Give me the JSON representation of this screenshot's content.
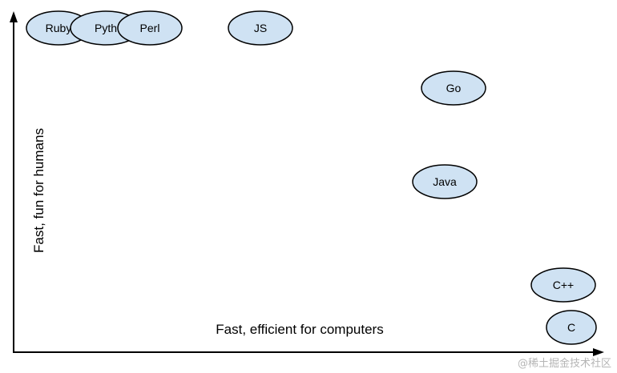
{
  "diagram": {
    "y_axis_label": "Fast, fun for humans",
    "x_axis_label": "Fast, efficient for computers",
    "watermark": "@稀土掘金技术社区",
    "bubble_fill": "#cfe2f3",
    "bubbles": [
      {
        "id": "ruby",
        "label": "Ruby"
      },
      {
        "id": "python",
        "label": "Pyth"
      },
      {
        "id": "perl",
        "label": "Perl"
      },
      {
        "id": "js",
        "label": "JS"
      },
      {
        "id": "go",
        "label": "Go"
      },
      {
        "id": "java",
        "label": "Java"
      },
      {
        "id": "cpp",
        "label": "C++"
      },
      {
        "id": "c",
        "label": "C"
      }
    ]
  }
}
